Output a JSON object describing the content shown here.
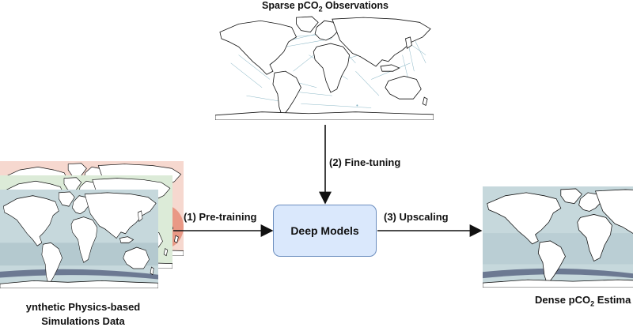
{
  "diagram": {
    "top_title": {
      "pre": "Sparse pCO",
      "sub": "2",
      "post": " Observations"
    },
    "left_caption": {
      "line1": "ynthetic Physics-based",
      "line2": "Simulations Data"
    },
    "right_caption": {
      "pre": "Dense pCO",
      "sub": "2",
      "post": " Estima"
    },
    "center_box": "Deep Models",
    "step1": "(1) Pre-training",
    "step2": "(2) Fine-tuning",
    "step3": "(3) Upscaling"
  },
  "colors": {
    "box_fill": "#dae8fc",
    "box_border": "#6c8ebf",
    "ocean_field": "#c6d8dc",
    "ocean_band": "#4e5a7a",
    "red_field": "#e8917c",
    "land": "#ffffff",
    "track": "#2f7f9a"
  },
  "icons": {
    "sparse_map": "world-map-observation-tracks",
    "dense_map": "world-map-dense-estimates",
    "stacked_maps": "stacked-simulation-maps"
  }
}
